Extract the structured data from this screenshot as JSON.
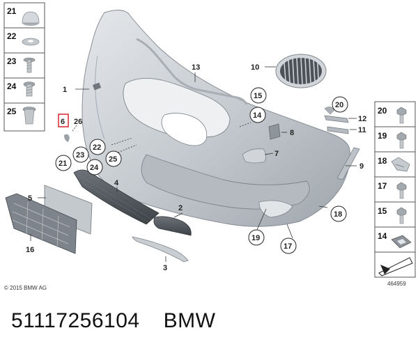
{
  "copyright": "© 2015 BMW AG",
  "diagram_id": "464959",
  "caption": {
    "part_number": "51117256104",
    "brand": "BMW"
  },
  "left_legend": [
    "21",
    "22",
    "23",
    "24",
    "25"
  ],
  "right_legend": [
    "20",
    "19",
    "18",
    "17",
    "15",
    "14"
  ],
  "callouts": {
    "c1": "1",
    "c2": "2",
    "c3": "3",
    "c4": "4",
    "c5": "5",
    "c6": "6",
    "c7": "7",
    "c8": "8",
    "c9": "9",
    "c10": "10",
    "c11": "11",
    "c12": "12",
    "c13": "13",
    "c14": "14",
    "c15": "15",
    "c16": "16",
    "c17": "17",
    "c18": "18",
    "c19": "19",
    "c20": "20",
    "c21": "21",
    "c22": "22",
    "c23": "23",
    "c24": "24",
    "c25": "25",
    "c26": "26"
  },
  "colors": {
    "part_fill": "#c9ced3",
    "part_edge": "#8e959c",
    "highlight": "#d9232e"
  }
}
